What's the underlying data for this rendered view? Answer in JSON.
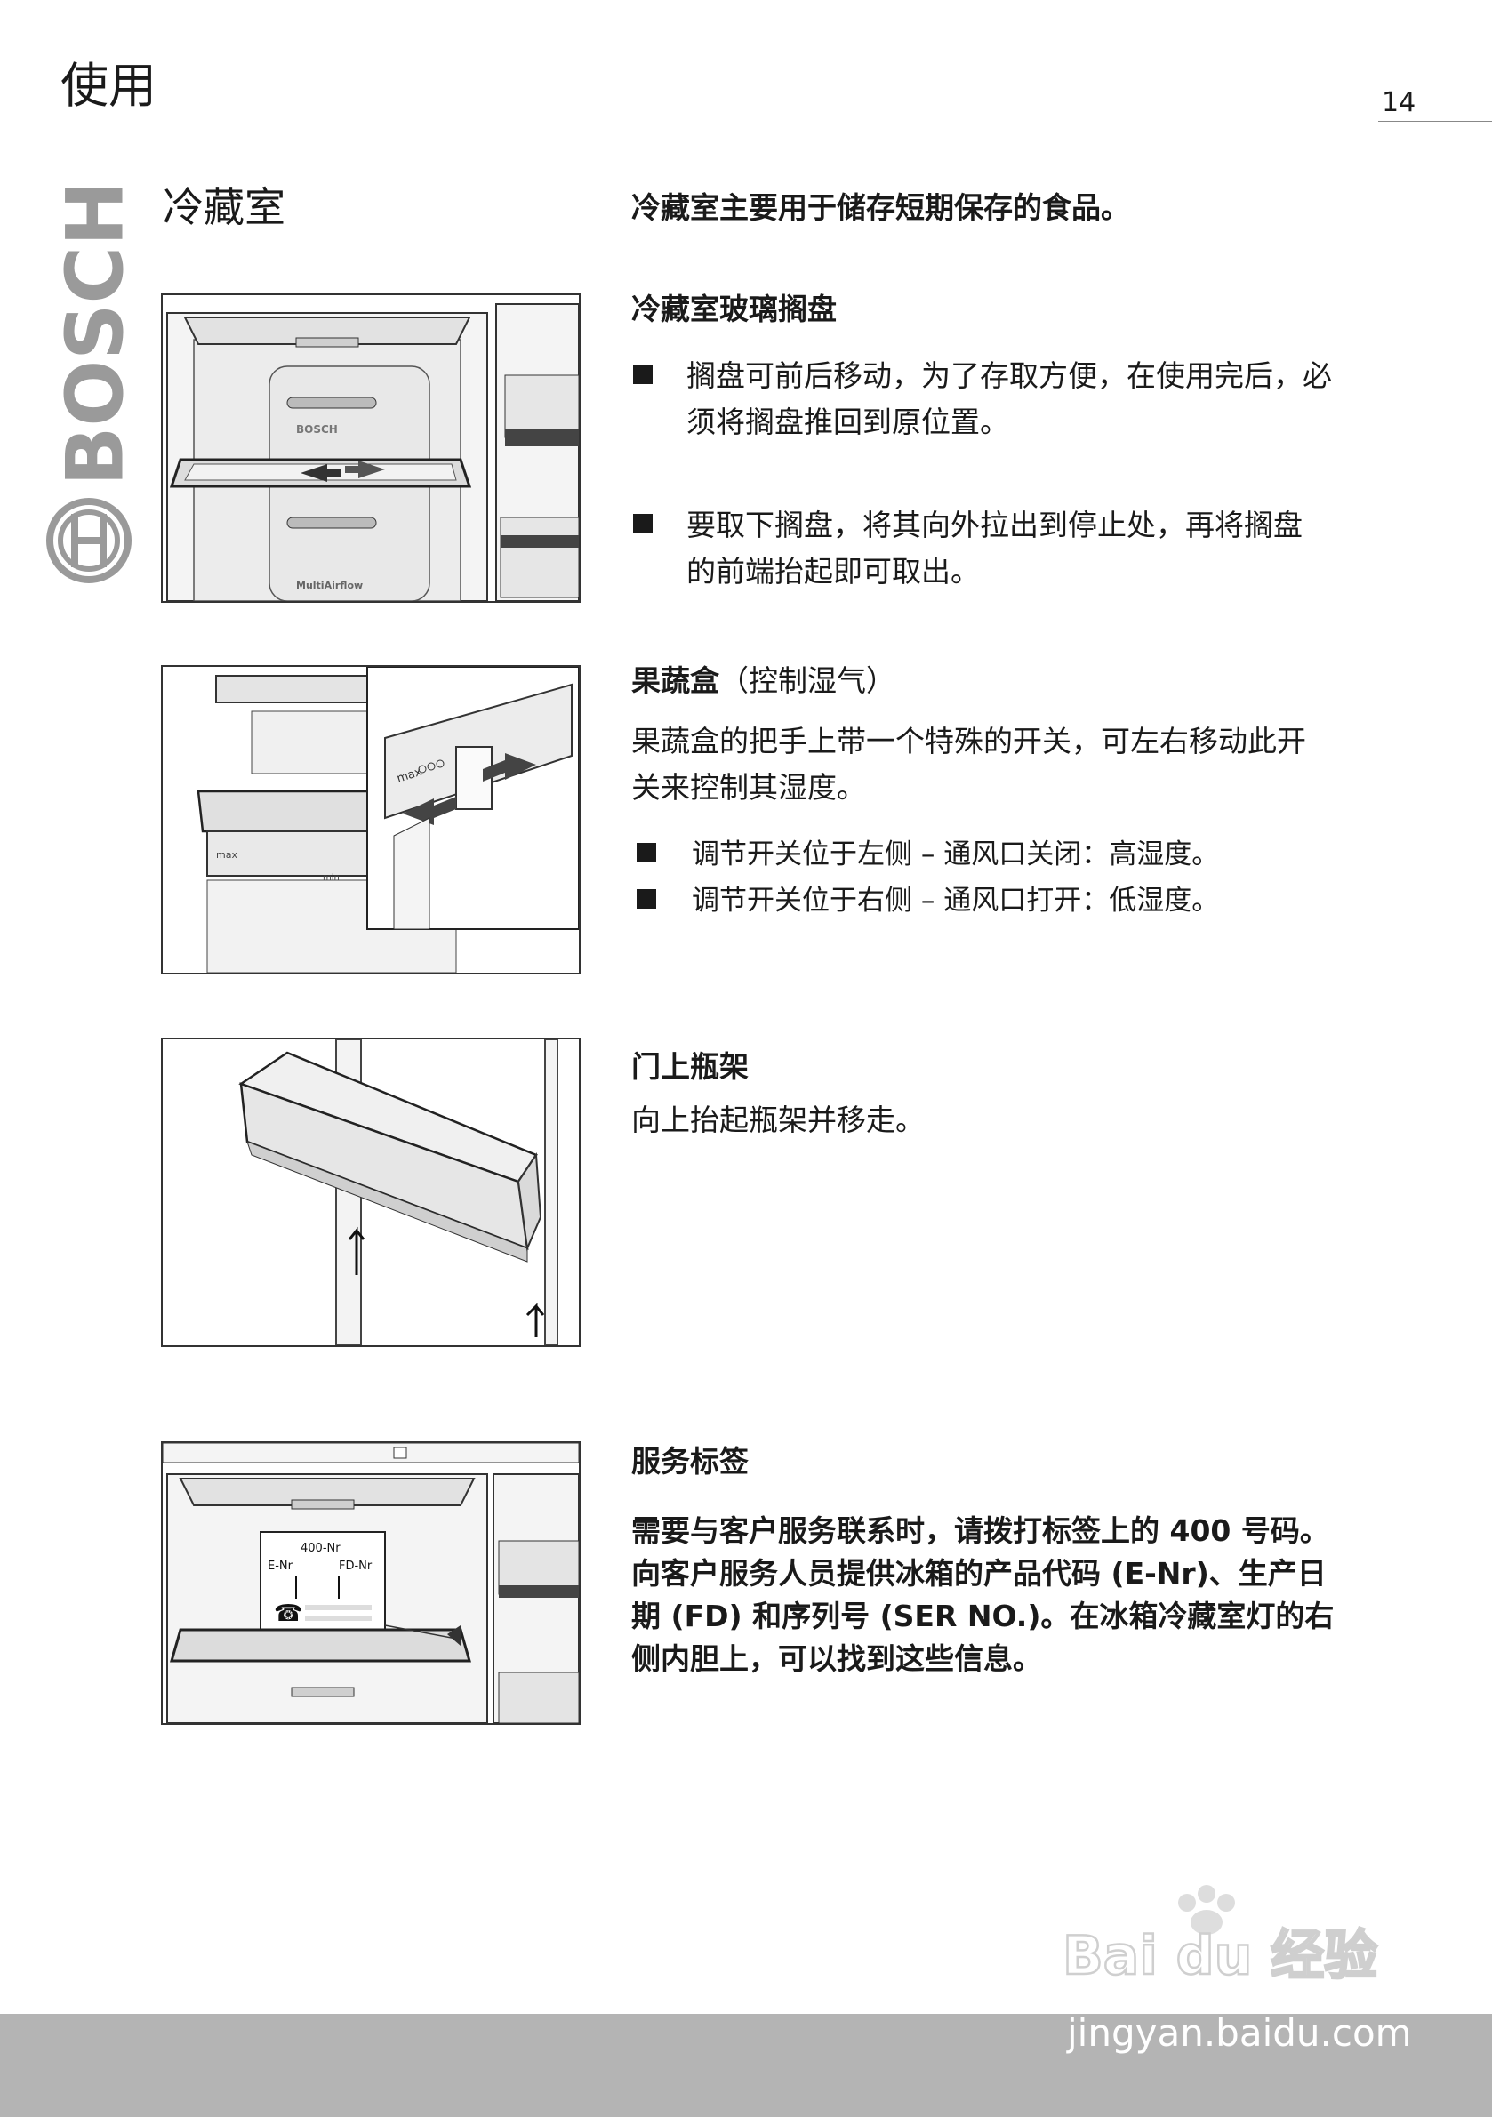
{
  "page": {
    "title": "使用",
    "number": "14",
    "brand": "BOSCH"
  },
  "section": {
    "heading": "冷藏室",
    "intro": "冷藏室主要用于储存短期保存的食品。"
  },
  "glass_shelf": {
    "heading": "冷藏室玻璃搁盘",
    "bullets": [
      {
        "line1": "搁盘可前后移动，为了存取方便，在使用完后，必",
        "line2": "须将搁盘推回到原位置。"
      },
      {
        "line1": "要取下搁盘，将其向外拉出到停止处，再将搁盘",
        "line2": "的前端抬起即可取出。"
      }
    ],
    "figure_labels": {
      "logo": "BOSCH",
      "airflow": "MultiAirflow"
    }
  },
  "crisper": {
    "heading": "果蔬盒",
    "heading_note": "（控制湿气）",
    "desc_line1": "果蔬盒的把手上带一个特殊的开关，可左右移动此开",
    "desc_line2": "关来控制其湿度。",
    "bullets": [
      "调节开关位于左侧 – 通风口关闭：高湿度。",
      "调节开关位于右侧 – 通风口打开：低湿度。"
    ],
    "figure_labels": {
      "max": "max",
      "min": "min"
    }
  },
  "door_rack": {
    "heading": "门上瓶架",
    "text": "向上抬起瓶架并移走。"
  },
  "service_label": {
    "heading": "服务标签",
    "lines": [
      "需要与客户服务联系时，请拨打标签上的 400 号码。",
      "向客户服务人员提供冰箱的产品代码 (E-Nr)、生产日",
      "期 (FD) 和序列号 (SER NO.)。在冰箱冷藏室灯的右",
      "侧内胆上，可以找到这些信息。"
    ],
    "figure_labels": {
      "nr400": "400-Nr",
      "enr": "E-Nr",
      "fdnr": "FD-Nr"
    }
  },
  "watermark": {
    "brand": "Bai du 经验",
    "url": "jingyan.baidu.com"
  }
}
